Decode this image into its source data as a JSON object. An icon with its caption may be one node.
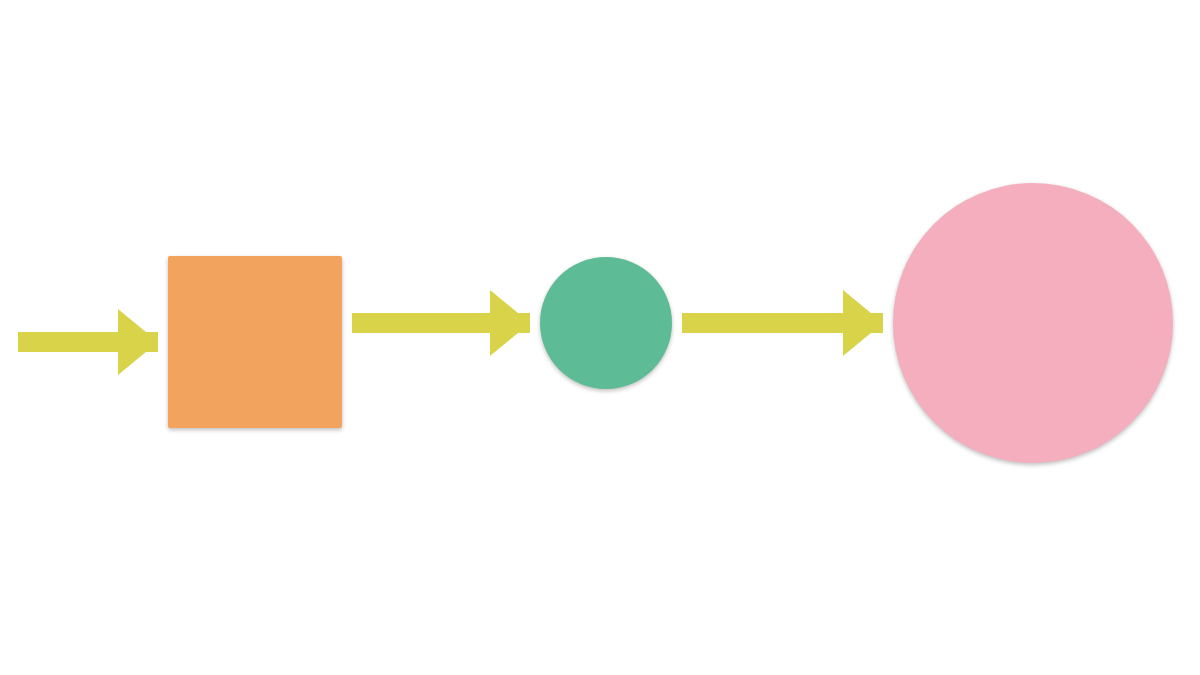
{
  "diagram": {
    "nodes": [
      {
        "text": [],
        "shape": "box"
      },
      {
        "text": [],
        "shape": "circle"
      },
      {
        "text": [],
        "shape": "circle"
      }
    ],
    "edges": [
      {
        "from": null,
        "to": 0,
        "arrow": "to"
      },
      {
        "from": 0,
        "to": 1,
        "arrow": "to"
      },
      {
        "from": 1,
        "to": 2,
        "arrow": "to"
      }
    ]
  }
}
